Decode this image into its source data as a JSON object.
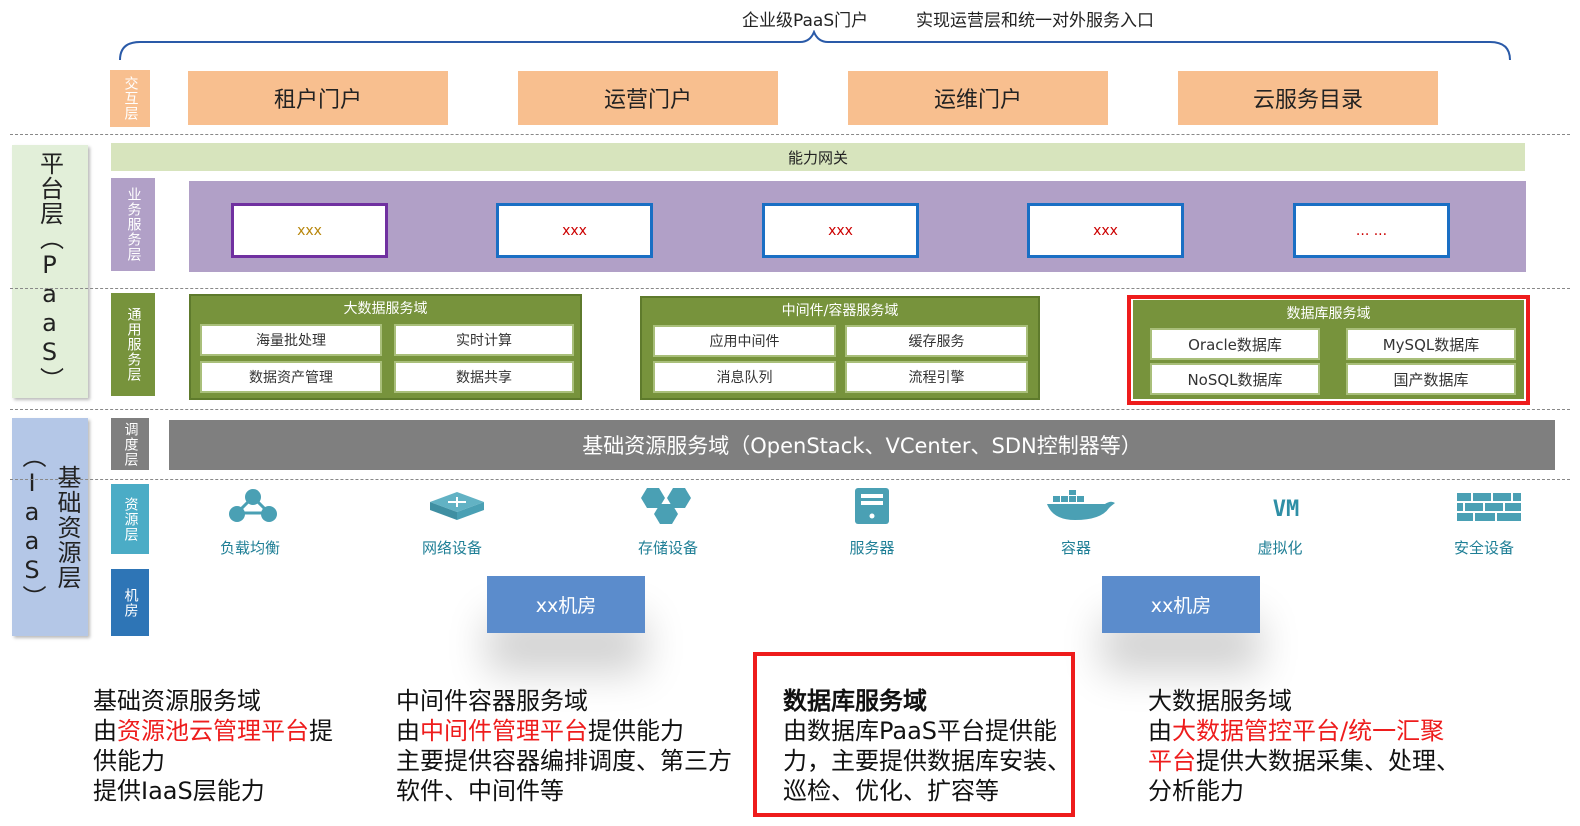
{
  "header": {
    "caption_left": "企业级PaaS门户",
    "caption_right": "实现运营层和统一对外服务入口"
  },
  "layers": {
    "interaction": "交互层",
    "platform": "平台层（PaaS）",
    "business": "业务服务层",
    "common": "通用服务层",
    "iaas": "基础资源层（IaaS）",
    "schedule": "调度层",
    "resource": "资源层",
    "room": "机房"
  },
  "portals": [
    "租户门户",
    "运营门户",
    "运维门户",
    "云服务目录"
  ],
  "gateway": "能力网关",
  "business_boxes": [
    "xxx",
    "xxx",
    "xxx",
    "xxx",
    "... ..."
  ],
  "domains": {
    "bigdata": {
      "title": "大数据服务域",
      "cells": [
        "海量批处理",
        "实时计算",
        "数据资产管理",
        "数据共享"
      ]
    },
    "middleware": {
      "title": "中间件/容器服务域",
      "cells": [
        "应用中间件",
        "缓存服务",
        "消息队列",
        "流程引擎"
      ]
    },
    "database": {
      "title": "数据库服务域",
      "cells": [
        "Oracle数据库",
        "MySQL数据库",
        "NoSQL数据库",
        "国产数据库"
      ]
    }
  },
  "schedule_bar": "基础资源服务域（OpenStack、VCenter、SDN控制器等）",
  "resources": [
    {
      "label": "负载均衡",
      "icon": "load-balancer-icon"
    },
    {
      "label": "网络设备",
      "icon": "network-device-icon"
    },
    {
      "label": "存储设备",
      "icon": "storage-icon"
    },
    {
      "label": "服务器",
      "icon": "server-icon"
    },
    {
      "label": "容器",
      "icon": "container-icon"
    },
    {
      "label": "虚拟化",
      "icon": "vm-icon",
      "glyph": "VM"
    },
    {
      "label": "安全设备",
      "icon": "firewall-icon"
    }
  ],
  "rooms": [
    "xx机房",
    "xx机房"
  ],
  "descriptions": {
    "d1": {
      "title": "基础资源服务域",
      "pre": "由",
      "hl": "资源池云管理平台",
      "post": "提供能力",
      "extra": "提供IaaS层能力"
    },
    "d2": {
      "title": "中间件容器服务域",
      "pre": "由",
      "hl": "中间件管理平台",
      "post": "提供能力",
      "extra": "主要提供容器编排调度、第三方软件、中间件等"
    },
    "d3": {
      "title": "数据库服务域",
      "body": "由数据库PaaS平台提供能力，主要提供数据库安装、巡检、优化、扩容等"
    },
    "d4": {
      "title": "大数据服务域",
      "pre": "由",
      "hl": "大数据管控平台/统一汇聚平台",
      "post": "提供大数据采集、处理、分析能力"
    }
  },
  "colors": {
    "portal": "#f8bf8f",
    "gateway": "#d7e4bd",
    "business": "#b1a0c7",
    "domain": "#77933c",
    "schedule": "#7f7f7f",
    "resource_icon": "#4aa0b4",
    "room": "#5b8ccc",
    "highlight": "#ee1c1c"
  }
}
